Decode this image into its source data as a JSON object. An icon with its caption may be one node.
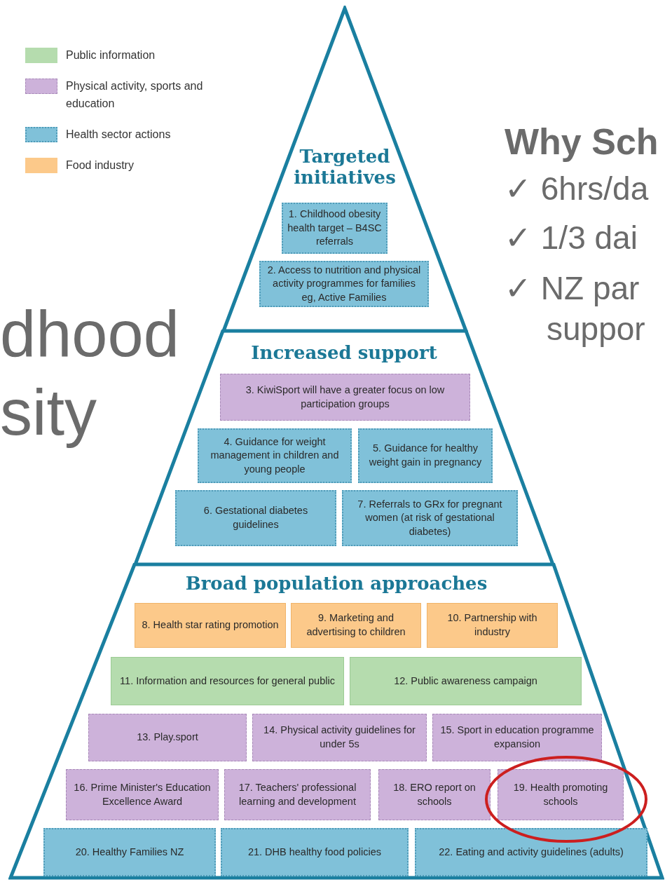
{
  "diagram": {
    "nodes": [
      {
        "text": [
          "Targeted initiatives"
        ]
      },
      {
        "text": [
          "1. Childhood obesity health target – B4SC referrals"
        ],
        "in": 0
      },
      {
        "text": [
          "2. Access to nutrition and physical activity programmes for families eg, Active Families"
        ],
        "in": 0
      },
      {
        "text": [
          "Increased support"
        ]
      },
      {
        "text": [
          "3. KiwiSport will have a greater focus on low participation groups"
        ],
        "in": 3
      },
      {
        "text": [
          "4. Guidance for weight management in children and young people"
        ],
        "in": 3
      },
      {
        "text": [
          "5. Guidance for healthy weight gain in pregnancy"
        ],
        "in": 3
      },
      {
        "text": [
          "6. Gestational diabetes guidelines"
        ],
        "in": 3
      },
      {
        "text": [
          "7. Referrals to GRx for pregnant women (at risk of gestational diabetes)"
        ],
        "in": 3
      },
      {
        "text": [
          "Broad population approaches"
        ]
      },
      {
        "text": [
          "8. Health star rating promotion"
        ],
        "in": 9
      },
      {
        "text": [
          "9. Marketing and advertising to children"
        ],
        "in": 9
      },
      {
        "text": [
          "10. Partnership with industry"
        ],
        "in": 9
      },
      {
        "text": [
          "11. Information and resources for general public"
        ],
        "in": 9
      },
      {
        "text": [
          "12. Public awareness campaign"
        ],
        "in": 9
      },
      {
        "text": [
          "13. Play.sport"
        ],
        "in": 9
      },
      {
        "text": [
          "14. Physical activity guidelines for under 5s"
        ],
        "in": 9
      },
      {
        "text": [
          "15. Sport in education programme expansion"
        ],
        "in": 9
      },
      {
        "text": [
          "16. Prime Minister's Education Excellence Award"
        ],
        "in": 9
      },
      {
        "text": [
          "17. Teachers' professional learning and development"
        ],
        "in": 9
      },
      {
        "text": [
          "18. ERO report on schools"
        ],
        "in": 9
      },
      {
        "text": [
          "19. Health promoting schools"
        ],
        "in": 9
      },
      {
        "text": [
          "20. Healthy Families NZ"
        ],
        "in": 9
      },
      {
        "text": [
          "21. DHB healthy food policies"
        ],
        "in": 9
      },
      {
        "text": [
          "22. Eating and activity guidelines (adults)"
        ],
        "in": 9
      }
    ],
    "edges": [],
    "labels": [
      "Why Sch",
      "✓ 6hrs/da",
      "✓ 1/3 dai",
      "dhood sity",
      "✓ NZ par suppor"
    ],
    "legend": [
      {
        "text": "Public information",
        "color": "#b5dcae"
      },
      {
        "text": "Physical activity, sports and education",
        "color": "#cdb2da"
      },
      {
        "text": "Health sector actions",
        "color": "#80c1d9"
      },
      {
        "text": "Food industry",
        "color": "#fcc98a"
      }
    ]
  }
}
